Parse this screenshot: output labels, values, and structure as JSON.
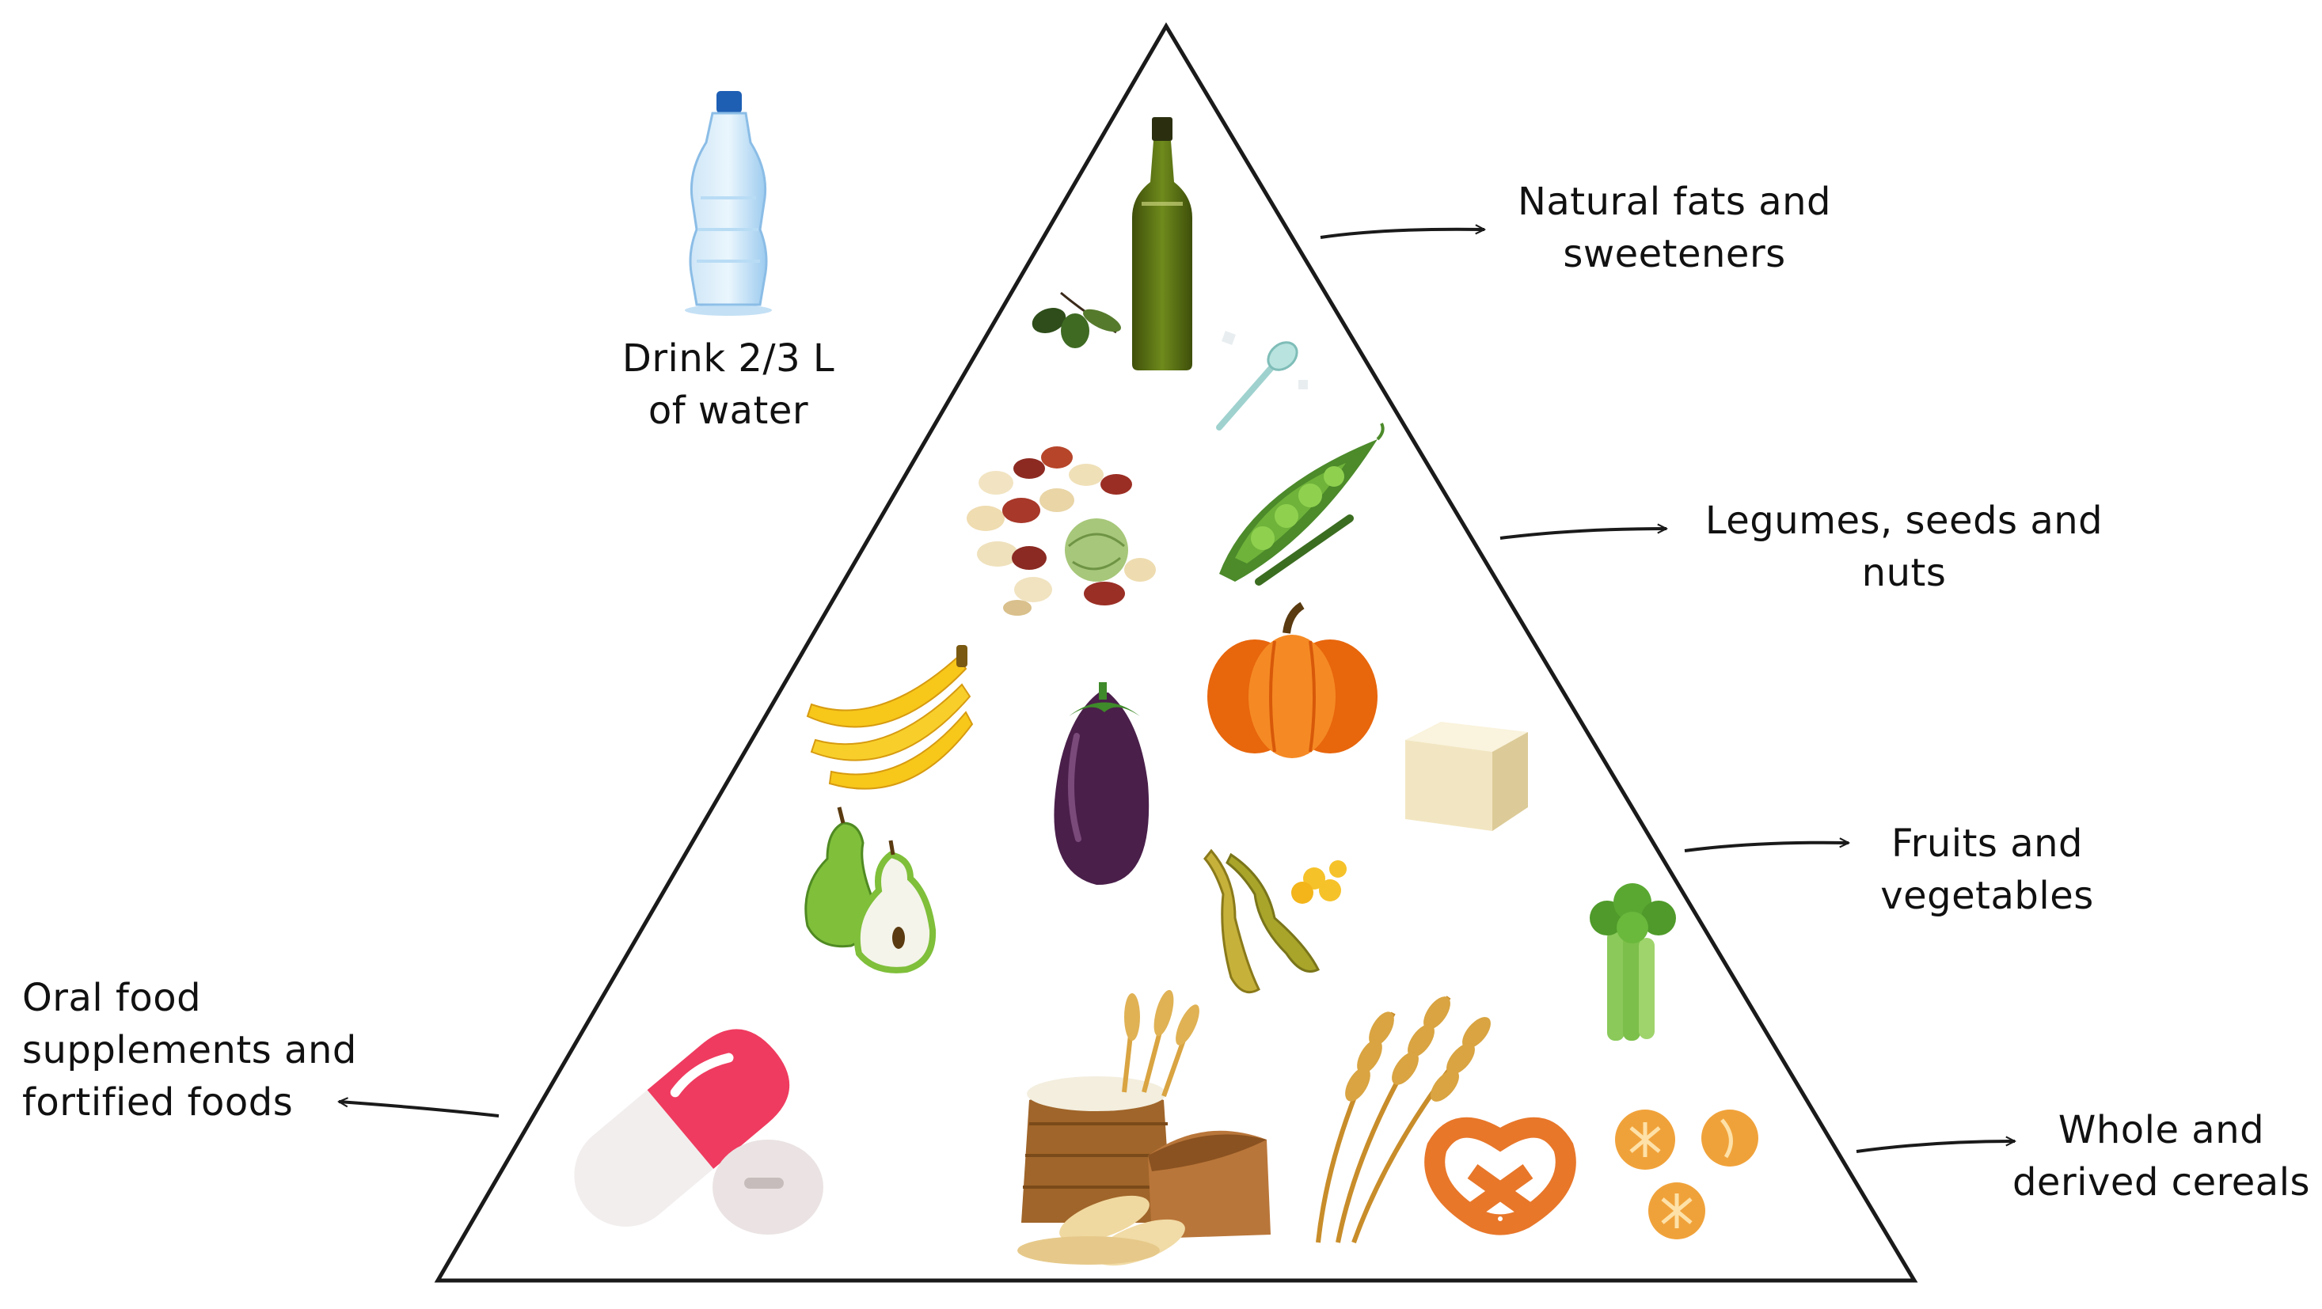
{
  "water": {
    "line1": "Drink 2/3 L",
    "line2": "of water"
  },
  "tiers": [
    {
      "line1": "Natural fats and",
      "line2": "sweeteners"
    },
    {
      "line1": "Legumes, seeds and",
      "line2": "nuts"
    },
    {
      "line1": "Fruits and",
      "line2": "vegetables"
    },
    {
      "line1": "Whole and",
      "line2": "derived cereals"
    }
  ],
  "supplements": {
    "line1": "Oral food",
    "line2": "supplements and",
    "line3": "fortified foods"
  },
  "icons": [
    "water-bottle-icon",
    "olive-oil-bottle-icon",
    "olives-icon",
    "sugar-spoon-icon",
    "mixed-beans-icon",
    "pea-pod-icon",
    "bananas-icon",
    "pumpkin-icon",
    "eggplant-icon",
    "tofu-icon",
    "pears-icon",
    "soybean-pod-icon",
    "celery-icon",
    "supplement-capsule-icon",
    "grain-sack-bread-icon",
    "wheat-stalks-icon",
    "pretzel-icon",
    "bread-rolls-icon"
  ],
  "colors": {
    "outline": "#1a1a1a",
    "oil": "#5a6e14",
    "banana": "#f7c71a",
    "pumpkin": "#f07a14",
    "eggplant": "#4a1f4a",
    "pear": "#8cc63f",
    "capsule": "#ef3b5f",
    "bread": "#c9853f",
    "wheat": "#d9a441",
    "celery": "#7cbf4a"
  }
}
